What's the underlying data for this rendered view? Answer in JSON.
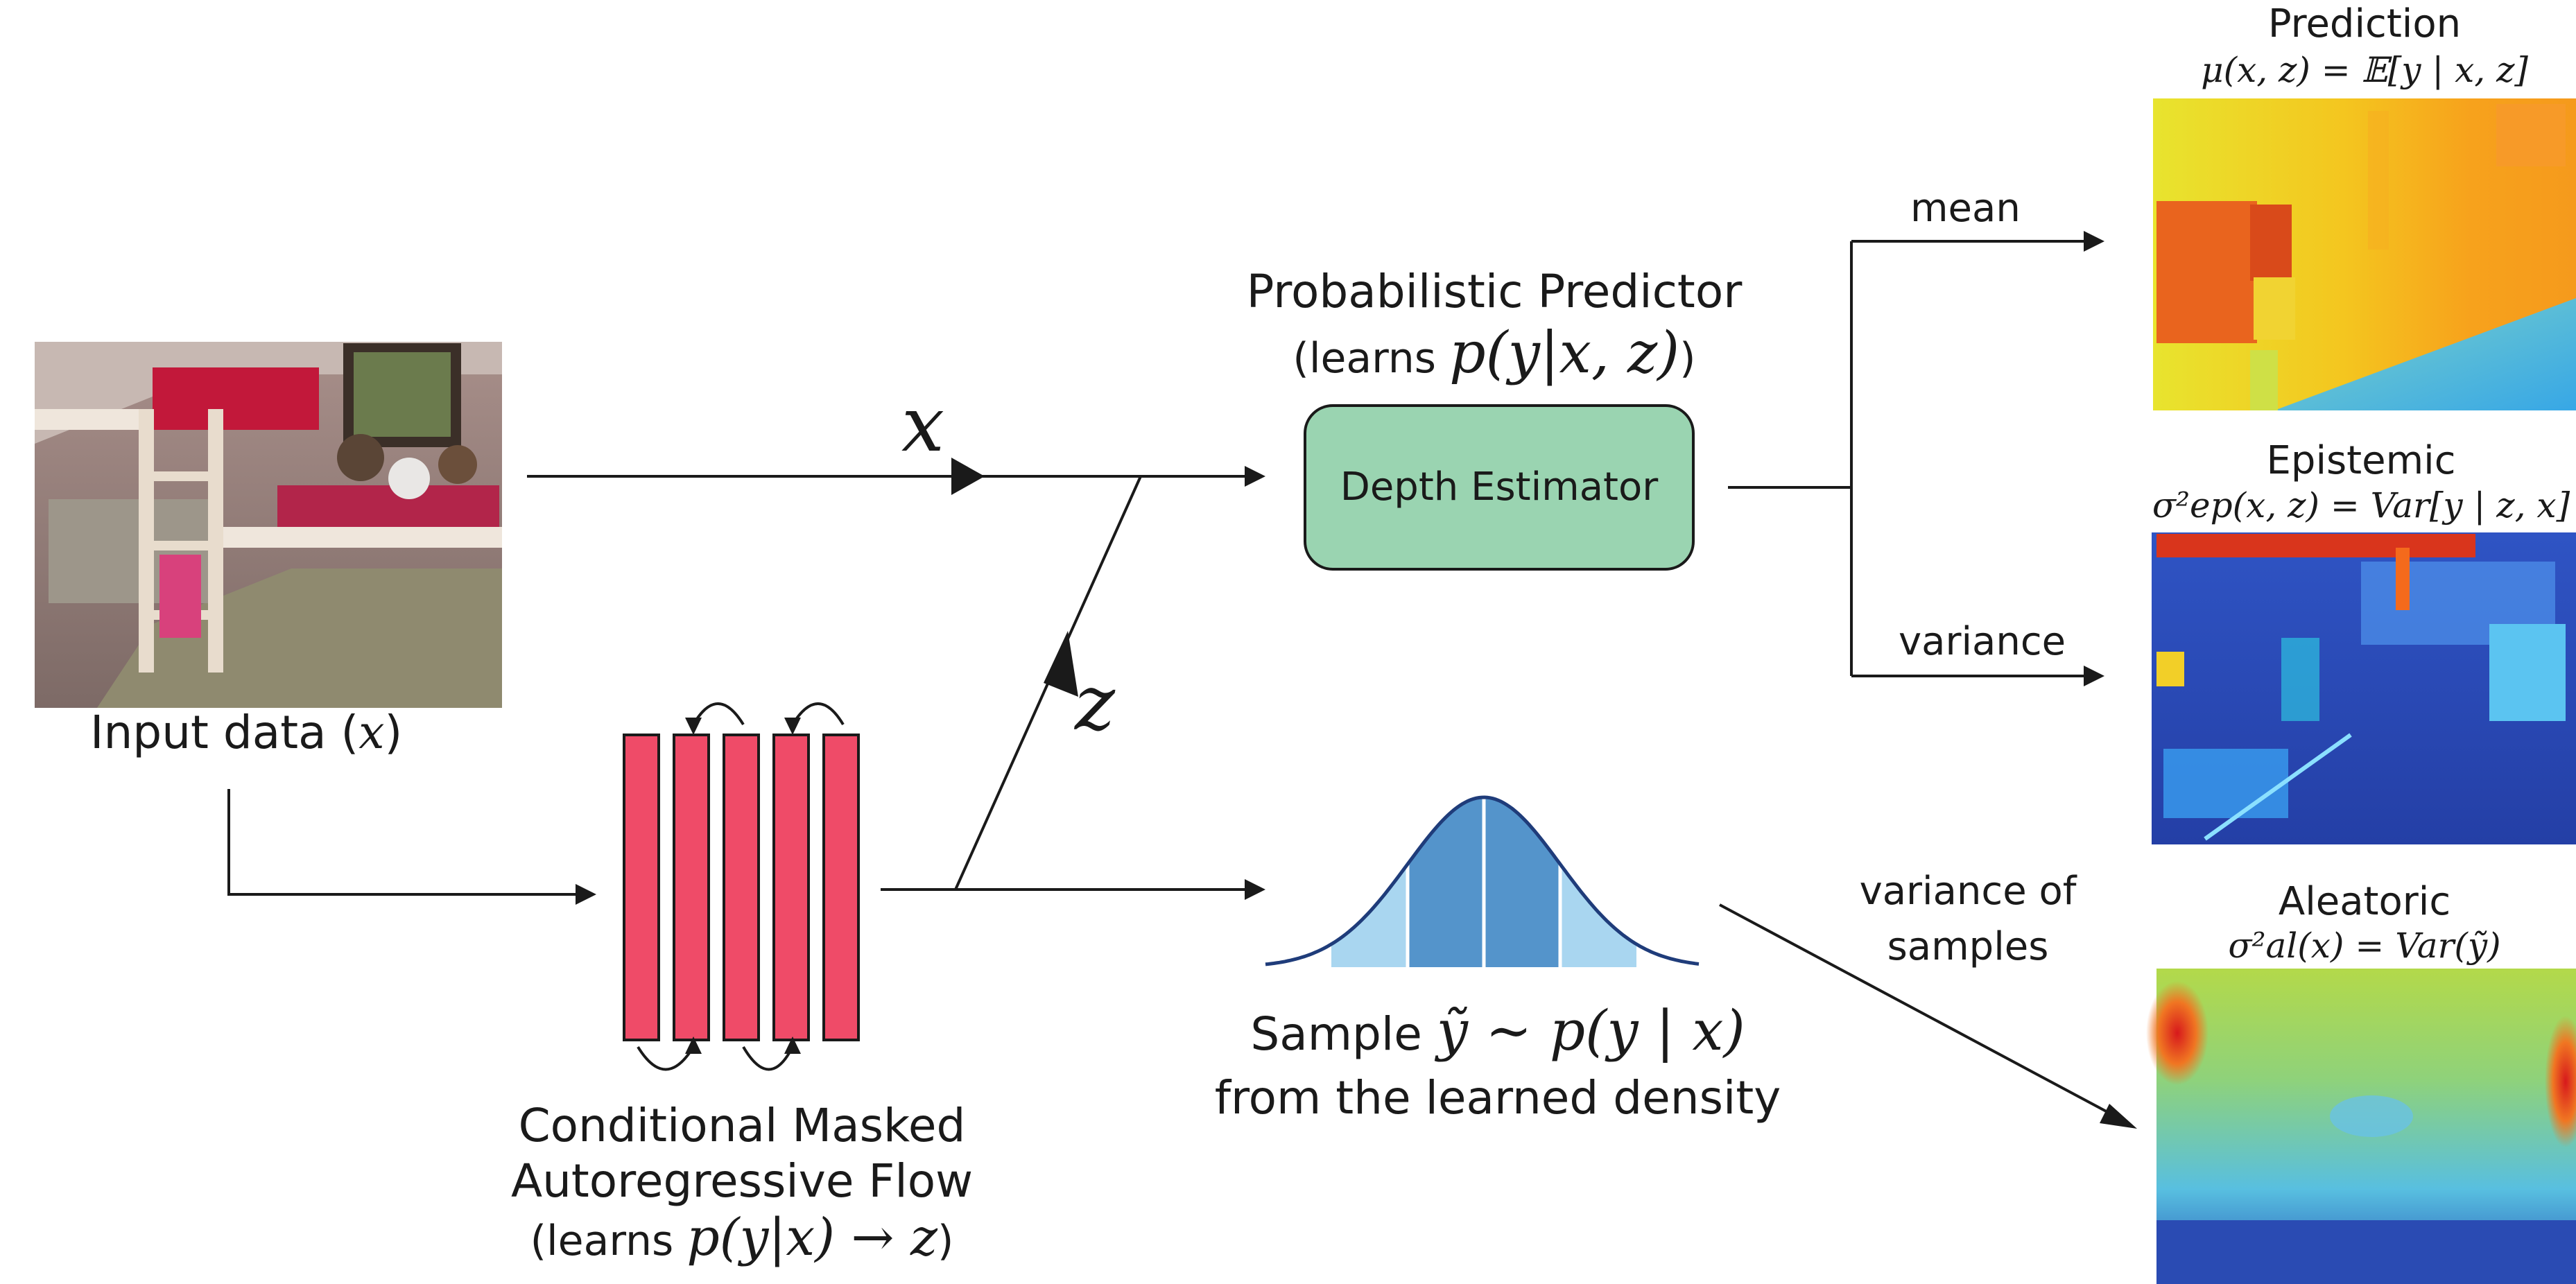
{
  "colors": {
    "estimator_fill": "#9ad4b1",
    "flow_bar_fill": "#ef4b68",
    "gaussian_fill": "#a9d6f0",
    "gaussian_center_fill": "#5494cb",
    "gaussian_line": "#1f3c7a",
    "arrow": "#1a1a1a"
  },
  "input": {
    "label_prefix": "Input data (",
    "label_var": "x",
    "label_suffix": ")",
    "image_icon": "bunk-bed-photo"
  },
  "flow": {
    "title_line1": "Conditional Masked",
    "title_line2": "Autoregressive Flow",
    "learns_prefix": "(learns",
    "learns_math": "p(y|x) → z",
    "learns_suffix": ")",
    "bar_count": 5
  },
  "edges": {
    "x_label": "x",
    "z_label": "z",
    "mean_label": "mean",
    "variance_label": "variance",
    "variance_samples_line1": "variance of",
    "variance_samples_line2": "samples"
  },
  "predictor": {
    "title": "Probabilistic Predictor",
    "learns_prefix": "(learns",
    "learns_math": "p(y|x, z)",
    "learns_suffix": ")",
    "box_label": "Depth Estimator"
  },
  "sampler": {
    "line1_prefix": "Sample",
    "line1_math": "ỹ ∼ p(y | x)",
    "line2": "from the learned density"
  },
  "outputs": {
    "prediction": {
      "title": "Prediction",
      "formula": "μ(x, z) = 𝔼[y | x, z]"
    },
    "epistemic": {
      "title": "Epistemic",
      "formula": "σ²ep(x, z) = Var[y | z, x]"
    },
    "aleatoric": {
      "title": "Aleatoric",
      "formula": "σ²al(x) = Var(ỹ)"
    }
  }
}
